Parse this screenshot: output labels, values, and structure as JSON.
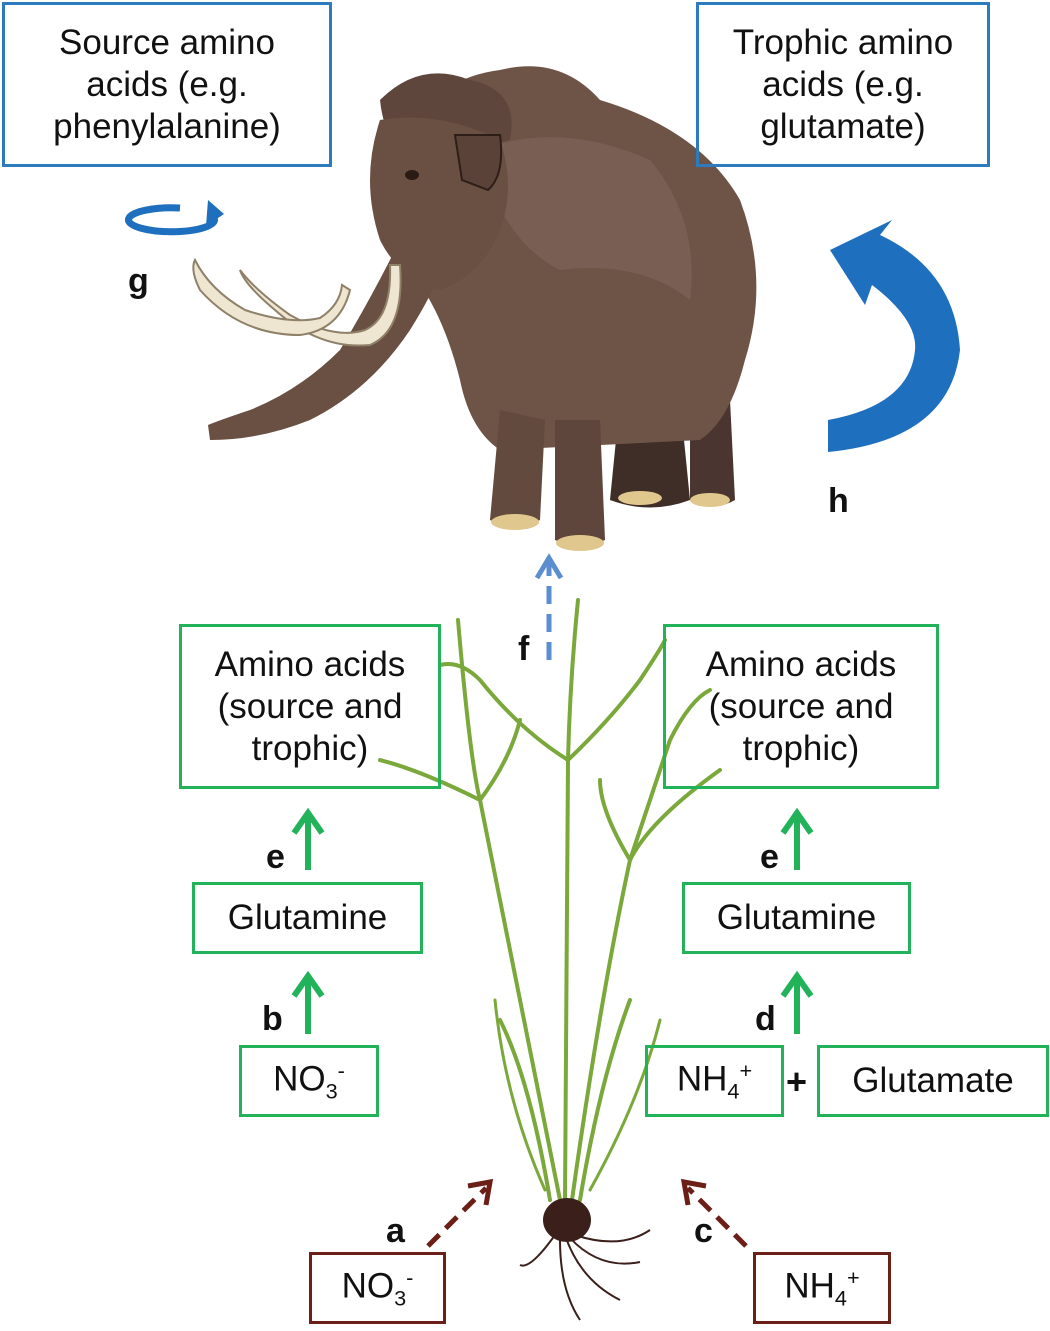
{
  "boxes": {
    "source_top": "Source amino\nacids (e.g.\nphenylalanine)",
    "trophic_top": "Trophic amino\nacids (e.g.\nglutamate)",
    "amino_left": "Amino acids\n(source and\ntrophic)",
    "amino_right": "Amino acids\n(source and\ntrophic)",
    "glutamine_left": "Glutamine",
    "glutamine_right": "Glutamine",
    "no3_mid": {
      "base": "NO",
      "sub": "3",
      "sup": "-"
    },
    "nh4_mid": {
      "base": "NH",
      "sub": "4",
      "sup": "+"
    },
    "glutamate": "Glutamate",
    "no3_bottom": {
      "base": "NO",
      "sub": "3",
      "sup": "-"
    },
    "nh4_bottom": {
      "base": "NH",
      "sub": "4",
      "sup": "+"
    }
  },
  "labels": {
    "a": "a",
    "b": "b",
    "c": "c",
    "d": "d",
    "e_left": "e",
    "e_right": "e",
    "f": "f",
    "g": "g",
    "h": "h",
    "plus": "+"
  },
  "colors": {
    "blue": "#2d7bbf",
    "arrow_blue": "#1f6fbf",
    "green": "#22b35a",
    "brown": "#6b1f17",
    "mammoth_fur": "#6e5446",
    "tusk": "#efe6d2",
    "grass": "#7aa83a"
  }
}
